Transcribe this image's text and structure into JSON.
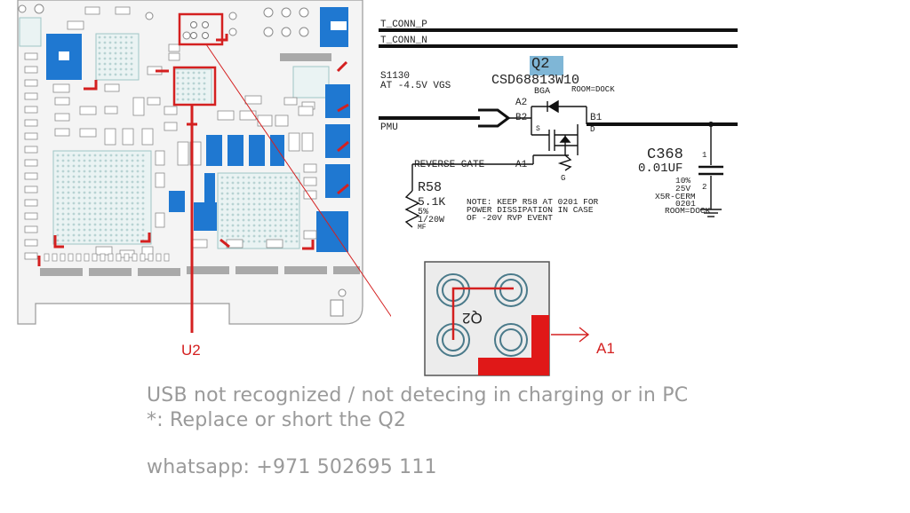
{
  "schematic": {
    "net_top_1": "T_CONN_P",
    "net_top_2": "T_CONN_N",
    "left_ref": "S1130",
    "left_note": "AT -4.5V VGS",
    "pmu": "PMU",
    "q2_ref": "Q2",
    "q2_part": "CSD68813W10",
    "q2_pkg": "BGA",
    "q2_room": "ROOM=DOCK",
    "pin_a2": "A2",
    "pin_b2": "B2",
    "pin_b1": "B1",
    "pin_a1": "A1",
    "pin_s": "S",
    "pin_d": "D",
    "pin_g": "G",
    "reverse_gate": "REVERSE GATE",
    "r58_ref": "R58",
    "r58_val": "5.1K",
    "r58_tol": "5%",
    "r58_pwr": "1/20W",
    "r58_pkg": "MF",
    "note_1": "NOTE: KEEP R58 AT 0201 FOR",
    "note_2": "POWER DISSIPATION IN CASE",
    "note_3": "OF -20V RVP EVENT",
    "c368_ref": "C368",
    "c368_val": "0.01UF",
    "c368_tol": "10%",
    "c368_v": "25V",
    "c368_type": "X5R-CERM",
    "c368_pkg": "0201",
    "c368_room": "ROOM=DOCK",
    "c_pin1": "1",
    "c_pin2": "2"
  },
  "zoom": {
    "chip_label": "Q2",
    "arrow_label": "A1"
  },
  "board": {
    "u2_label": "U2"
  },
  "caption": {
    "line1": "USB not recognized / not  detecing in charging or in PC",
    "line2": "*: Replace or short the Q2",
    "line3": "whatsapp: +971 502695 111"
  },
  "colors": {
    "highlight_red": "#d42020",
    "component_blue": "#1f78d1",
    "caption_gray": "#9a9a9a",
    "q2_highlight": "#7fb6d6"
  }
}
